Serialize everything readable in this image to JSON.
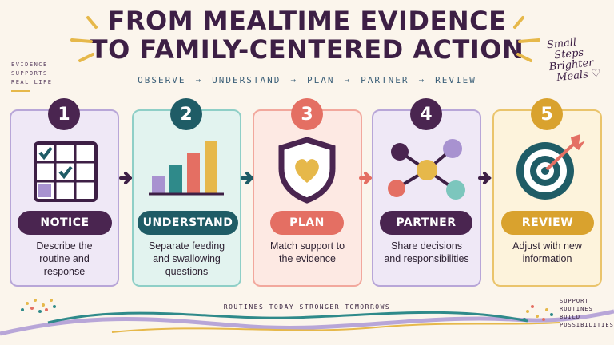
{
  "title": {
    "line1": "FROM MEALTIME EVIDENCE",
    "line2": "TO FAMILY-CENTERED ACTION"
  },
  "subtitle": [
    "OBSERVE",
    "UNDERSTAND",
    "PLAN",
    "PARTNER",
    "REVIEW"
  ],
  "subtitle_arrow": "→",
  "side_left": [
    "EVIDENCE",
    "SUPPORTS",
    "REAL LIFE"
  ],
  "side_right": [
    "Small",
    "Steps",
    "Brighter",
    "Meals ♡"
  ],
  "steps": [
    {
      "number": "1",
      "label": "NOTICE",
      "description": "Describe the routine and response",
      "color": "#4a2550",
      "bg": "#efe8f6",
      "border": "#b8a6d8",
      "icon": "grid-checklist-icon"
    },
    {
      "number": "2",
      "label": "UNDERSTAND",
      "description": "Separate feeding and swallowing questions",
      "color": "#1f5c66",
      "bg": "#e2f3ef",
      "border": "#8fcfc7",
      "icon": "bar-chart-icon"
    },
    {
      "number": "3",
      "label": "PLAN",
      "description": "Match support to the evidence",
      "color": "#e46f63",
      "bg": "#fde9e3",
      "border": "#f2a89d",
      "icon": "heart-shield-icon"
    },
    {
      "number": "4",
      "label": "PARTNER",
      "description": "Share decisions and responsibilities",
      "color": "#4a2550",
      "bg": "#efe8f6",
      "border": "#b8a6d8",
      "icon": "network-nodes-icon"
    },
    {
      "number": "5",
      "label": "REVIEW",
      "description": "Adjust with new information",
      "color": "#d9a22e",
      "bg": "#fdf3dc",
      "border": "#eac46c",
      "icon": "target-icon"
    }
  ],
  "bottom_center": "ROUTINES TODAY  STRONGER TOMORROWS",
  "bottom_right": [
    "SUPPORT",
    "ROUTINES",
    "BUILD",
    "POSSIBILITIES"
  ],
  "colors": {
    "title": "#3d1f45",
    "accent_yellow": "#e6b84a",
    "background": "#fbf5ec"
  }
}
